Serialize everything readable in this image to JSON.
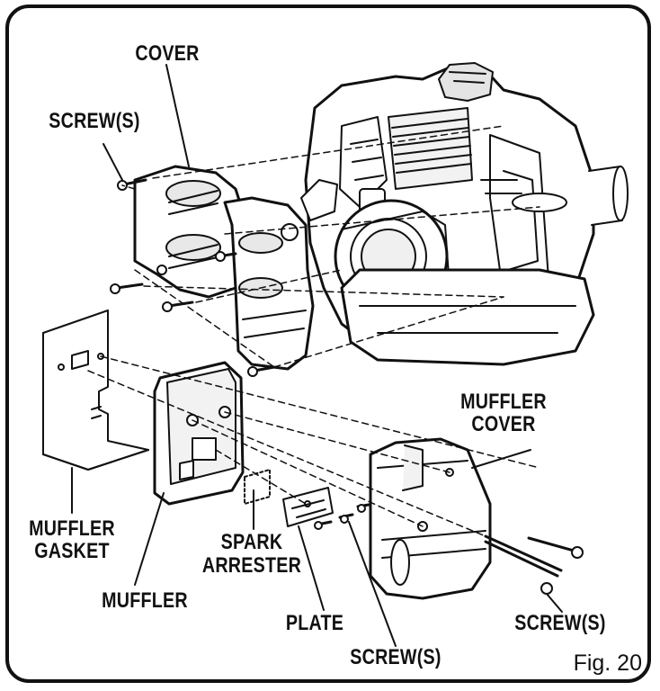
{
  "labels": {
    "cover": "COVER",
    "screws_top": "SCREW(S)",
    "muffler_cover_1": "MUFFLER",
    "muffler_cover_2": "COVER",
    "muffler_gasket_1": "MUFFLER",
    "muffler_gasket_2": "GASKET",
    "spark_arrester_1": "SPARK",
    "spark_arrester_2": "ARRESTER",
    "muffler": "MUFFLER",
    "plate": "PLATE",
    "screws_bottom_center": "SCREW(S)",
    "screws_bottom_right": "SCREW(S)"
  },
  "figure_number": "Fig. 20",
  "colors": {
    "ink": "#111111",
    "paper": "#ffffff",
    "shade": "#d9d9d9"
  }
}
